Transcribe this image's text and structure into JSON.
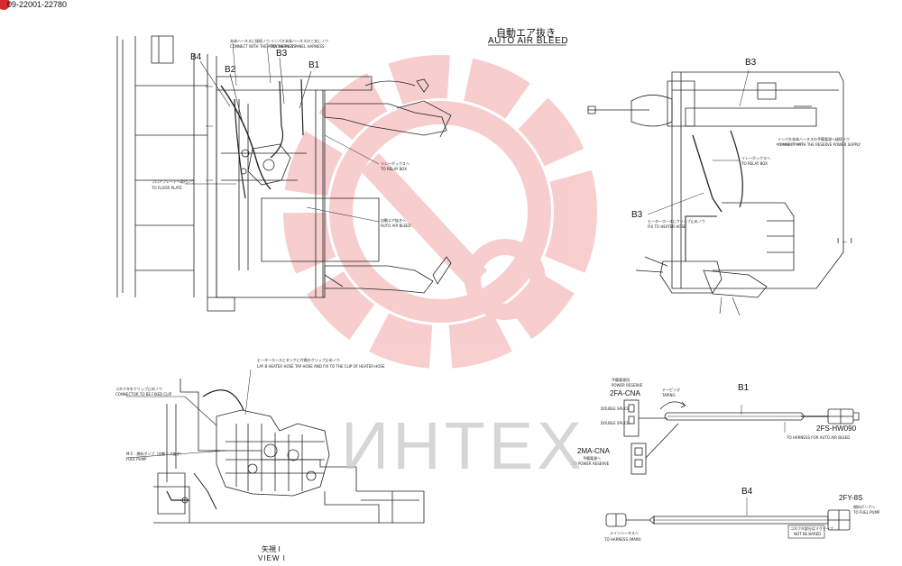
{
  "header": {
    "doc_number": "09-22001-22780",
    "title_jp": "自動エア抜き",
    "title_en": "AUTO AIR BLEED"
  },
  "top_left": {
    "b4": "B4",
    "b2": "B2",
    "b3": "B3",
    "b1": "B1",
    "note_hose_jp": "本体ハーネスに接続ノウ",
    "note_hose_en": "CONNECT WITH THE MAIN HARNESS",
    "note_inline_jp": "インパネ本体ハーネスの三叉にノウ",
    "note_inline_en": "TO THE INST PANEL HARNESS",
    "note_floor_jp": "フロアプレートへ取付ノウ",
    "note_floor_en": "TO FLOOR PLATE",
    "note_relay_jp": "リレーボックスへ",
    "note_relay_en": "TO RELAY BOX",
    "note_bleed_jp": "自動エア抜きへ",
    "note_bleed_en": "AUTO AIR BLEED"
  },
  "top_right": {
    "b3_top": "B3",
    "b3_bottom": "B3",
    "note_reserve_jp": "インパネ本体ハーネスの予備電源へ接続ノウ",
    "note_reserve_en": "CONNECT WITH THE RESERVE POWER SUPPLY",
    "note_relay_jp": "リレーボックスへ",
    "note_relay_en": "TO RELAY BOX",
    "note_heater_jp": "ヒーターホースにクリップ止めノウ",
    "note_heater_en": "FIX TO HEATER HOSE",
    "view_marker": "I ← I"
  },
  "bottom_left": {
    "note_connector_jp": "コネクタをクリップ止めノウ",
    "note_connector_en": "CONNECTOR TO BE FIXED CLIP",
    "note_heater_jp": "ヒーターホースとタンクに付属のクリップ止めノウ",
    "note_heater_en": "LAY B HEATER HOSE TAP HOSE AND FIX TO THE CLIP OF HEATER HOSE",
    "note_pump_jp": "M-5 : 燃料ポンプ（自動エア抜き）",
    "note_pump_en": "FUEL PUMP",
    "view_jp": "矢視 I",
    "view_en": "VIEW I"
  },
  "bottom_right": {
    "b1": "B1",
    "b4": "B4",
    "power_reserve_jp": "予備電源用",
    "power_reserve_en": "POWER RESERVE",
    "conn_2fa": "2FA-CNA",
    "taping_jp": "テーピング",
    "taping_en": "TAPING",
    "double_splice_a": "DOUBLE SPLICE",
    "double_splice_b": "DOUBLE SPLICE",
    "conn_2fs": "2FS-HW090",
    "to_auto_bleed": "TO HARNESS FOR AUTO AIR BLEED",
    "conn_2ma": "2MA-CNA",
    "to_power_reserve_jp": "予備電源へ",
    "to_power_reserve_en": "TO POWER RESERVE",
    "conn_2fy": "2FY-8S",
    "to_fuel_pump_jp": "燃料ポンプへ",
    "to_fuel_pump_en": "TO FUEL PUMP",
    "to_main_harness_jp": "メインハーネスへ",
    "to_main_harness_en": "TO HARNESS (MAIN)",
    "not_used_jp": "コネクタ部分はマグテープ",
    "not_used_en": "NOT BE BARED"
  },
  "watermark": {
    "text": "ИНТЕХ",
    "logo_color": "#f2a6a6",
    "text_color": "#c9c9c9"
  }
}
